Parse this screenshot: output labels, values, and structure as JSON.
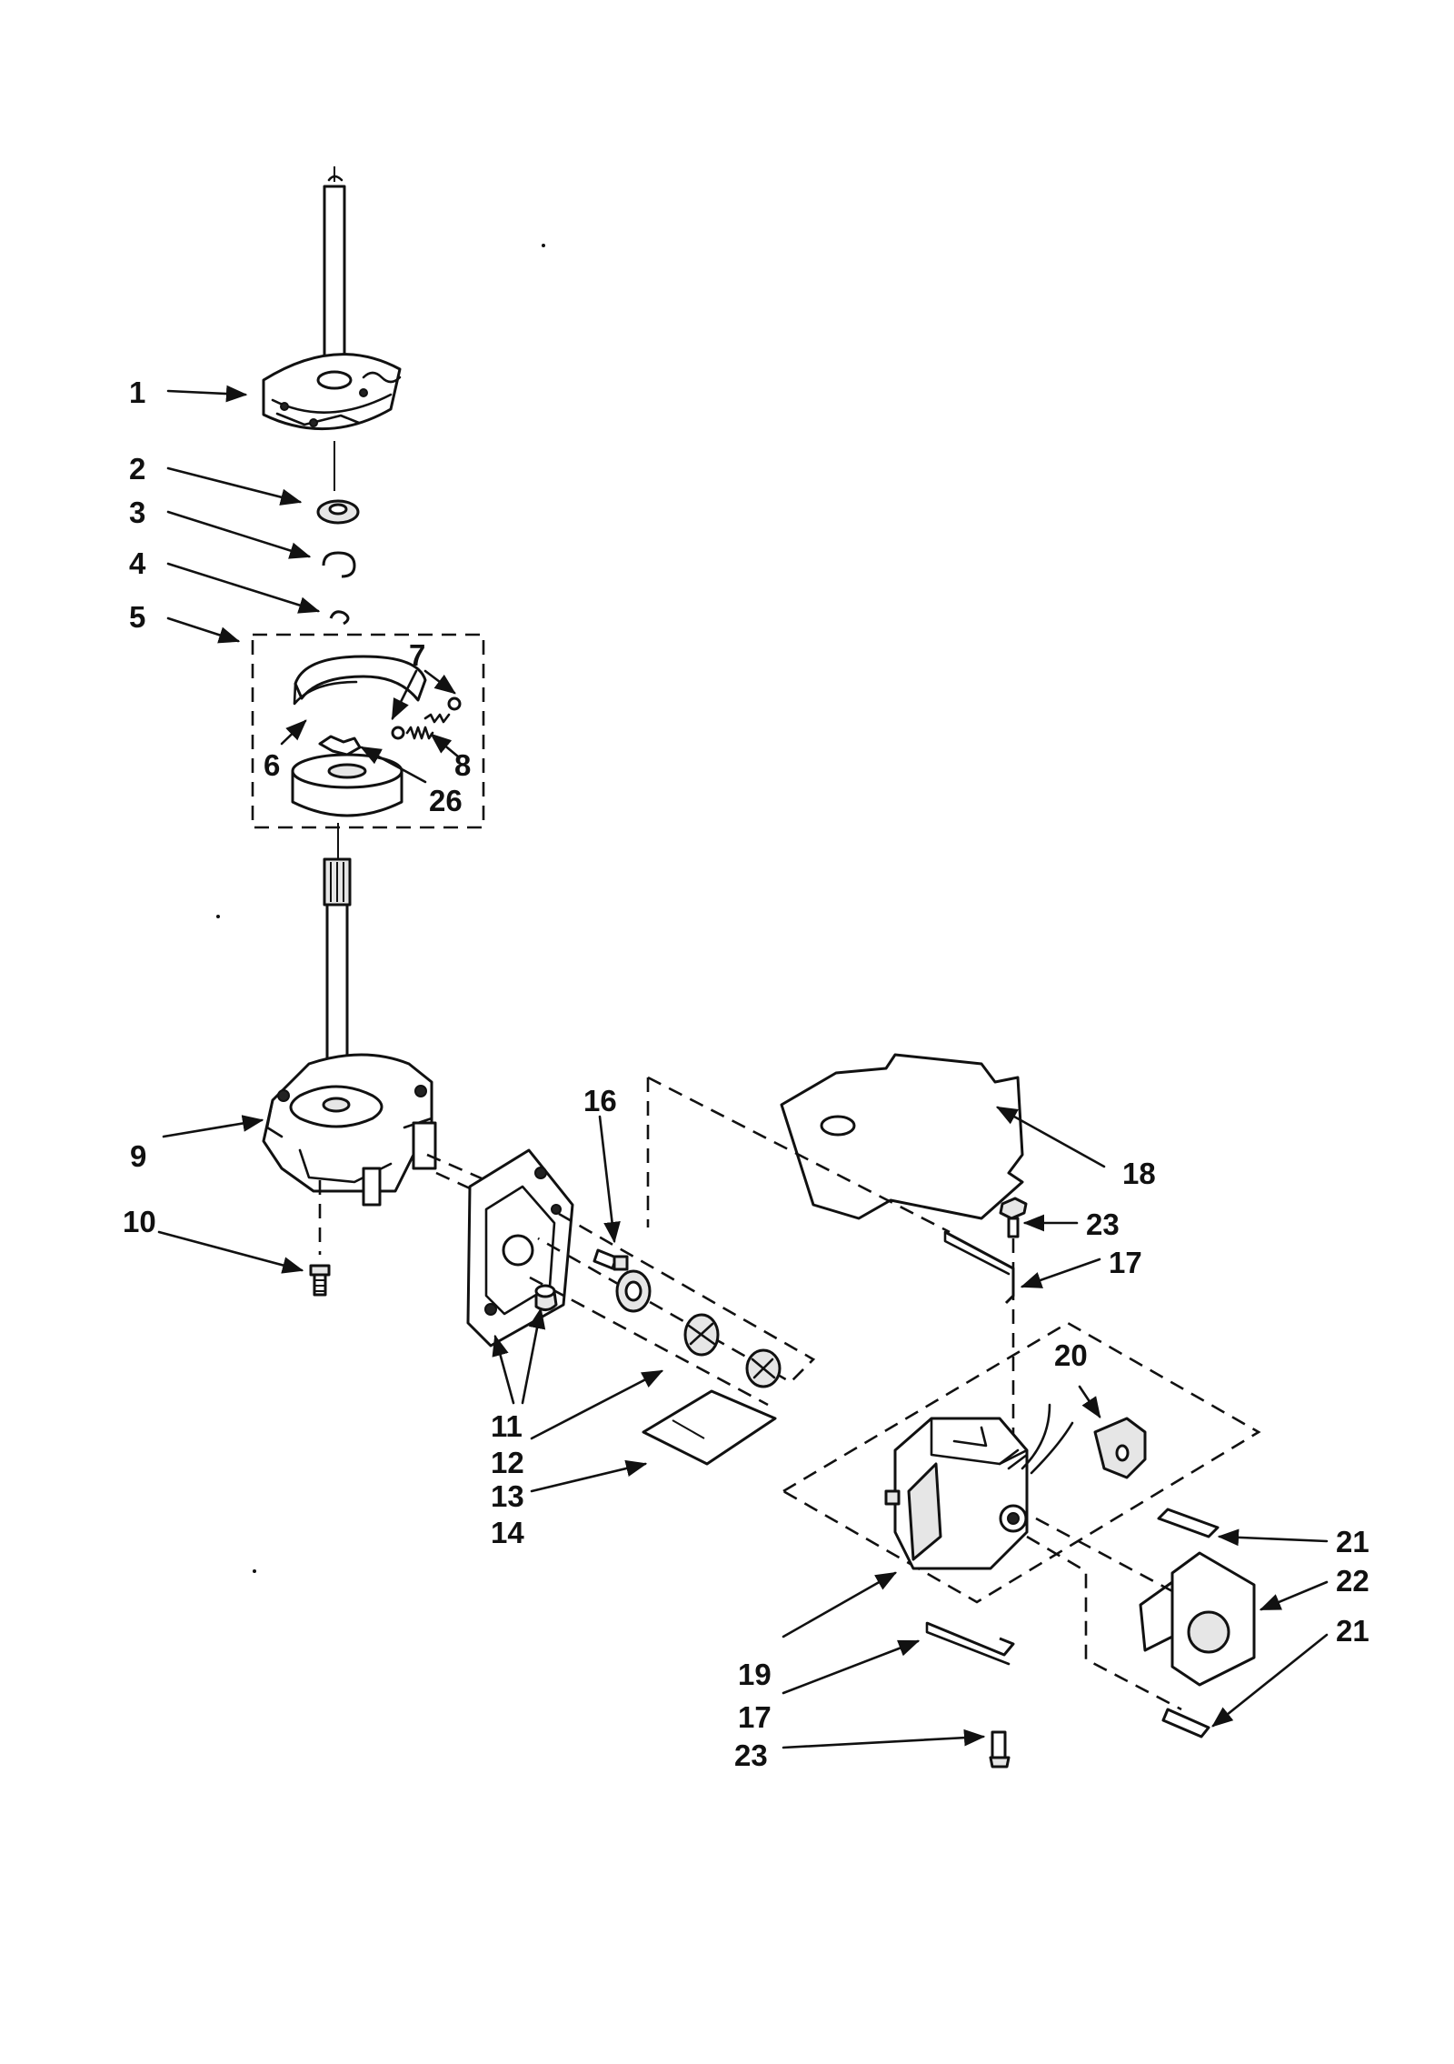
{
  "labels": [
    {
      "id": "1",
      "text": "1"
    },
    {
      "id": "2",
      "text": "2"
    },
    {
      "id": "3",
      "text": "3"
    },
    {
      "id": "4",
      "text": "4"
    },
    {
      "id": "5",
      "text": "5"
    },
    {
      "id": "7",
      "text": "7"
    },
    {
      "id": "6",
      "text": "6"
    },
    {
      "id": "8",
      "text": "8"
    },
    {
      "id": "26",
      "text": "26"
    },
    {
      "id": "9",
      "text": "9"
    },
    {
      "id": "10",
      "text": "10"
    },
    {
      "id": "16",
      "text": "16"
    },
    {
      "id": "18",
      "text": "18"
    },
    {
      "id": "23a",
      "text": "23"
    },
    {
      "id": "17a",
      "text": "17"
    },
    {
      "id": "20",
      "text": "20"
    },
    {
      "id": "11",
      "text": "11"
    },
    {
      "id": "12",
      "text": "12"
    },
    {
      "id": "13",
      "text": "13"
    },
    {
      "id": "14",
      "text": "14"
    },
    {
      "id": "21a",
      "text": "21"
    },
    {
      "id": "22",
      "text": "22"
    },
    {
      "id": "21b",
      "text": "21"
    },
    {
      "id": "19",
      "text": "19"
    },
    {
      "id": "17b",
      "text": "17"
    },
    {
      "id": "23b",
      "text": "23"
    }
  ]
}
